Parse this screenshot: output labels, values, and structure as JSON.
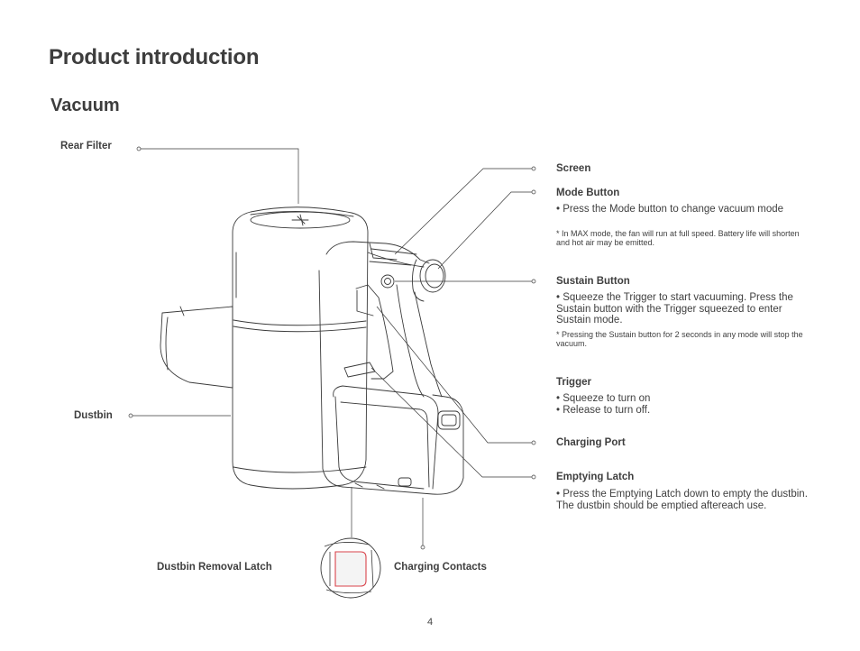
{
  "page": {
    "title": "Product introduction",
    "subtitle": "Vacuum",
    "page_number": "4"
  },
  "labels": {
    "rear_filter": "Rear Filter",
    "dustbin": "Dustbin",
    "dustbin_removal_latch": "Dustbin Removal Latch",
    "charging_contacts": "Charging Contacts",
    "screen": "Screen",
    "mode_button": "Mode Button",
    "sustain_button": "Sustain Button",
    "trigger": "Trigger",
    "charging_port": "Charging Port",
    "emptying_latch": "Emptying Latch"
  },
  "descriptions": {
    "mode_button": "• Press the Mode button to change vacuum mode",
    "mode_button_note": "*  In MAX mode, the fan will run at full speed. Battery life will shorten and hot air may be emitted.",
    "sustain_button": "• Squeeze the Trigger to start vacuuming. Press the Sustain button with the Trigger squeezed to enter Sustain mode.",
    "sustain_button_note": "*  Pressing the Sustain button for 2 seconds in any mode will stop the vacuum.",
    "trigger_line1": "• Squeeze to turn on",
    "trigger_line2": "• Release to turn off.",
    "emptying_latch": "• Press the Emptying Latch down to empty the dustbin. The dustbin should be emptied aftereach use."
  },
  "colors": {
    "latch_highlight": "#d9434b",
    "line": "#3a3a3a"
  },
  "icons": [
    "vacuum-illustration",
    "latch-detail-illustration"
  ]
}
